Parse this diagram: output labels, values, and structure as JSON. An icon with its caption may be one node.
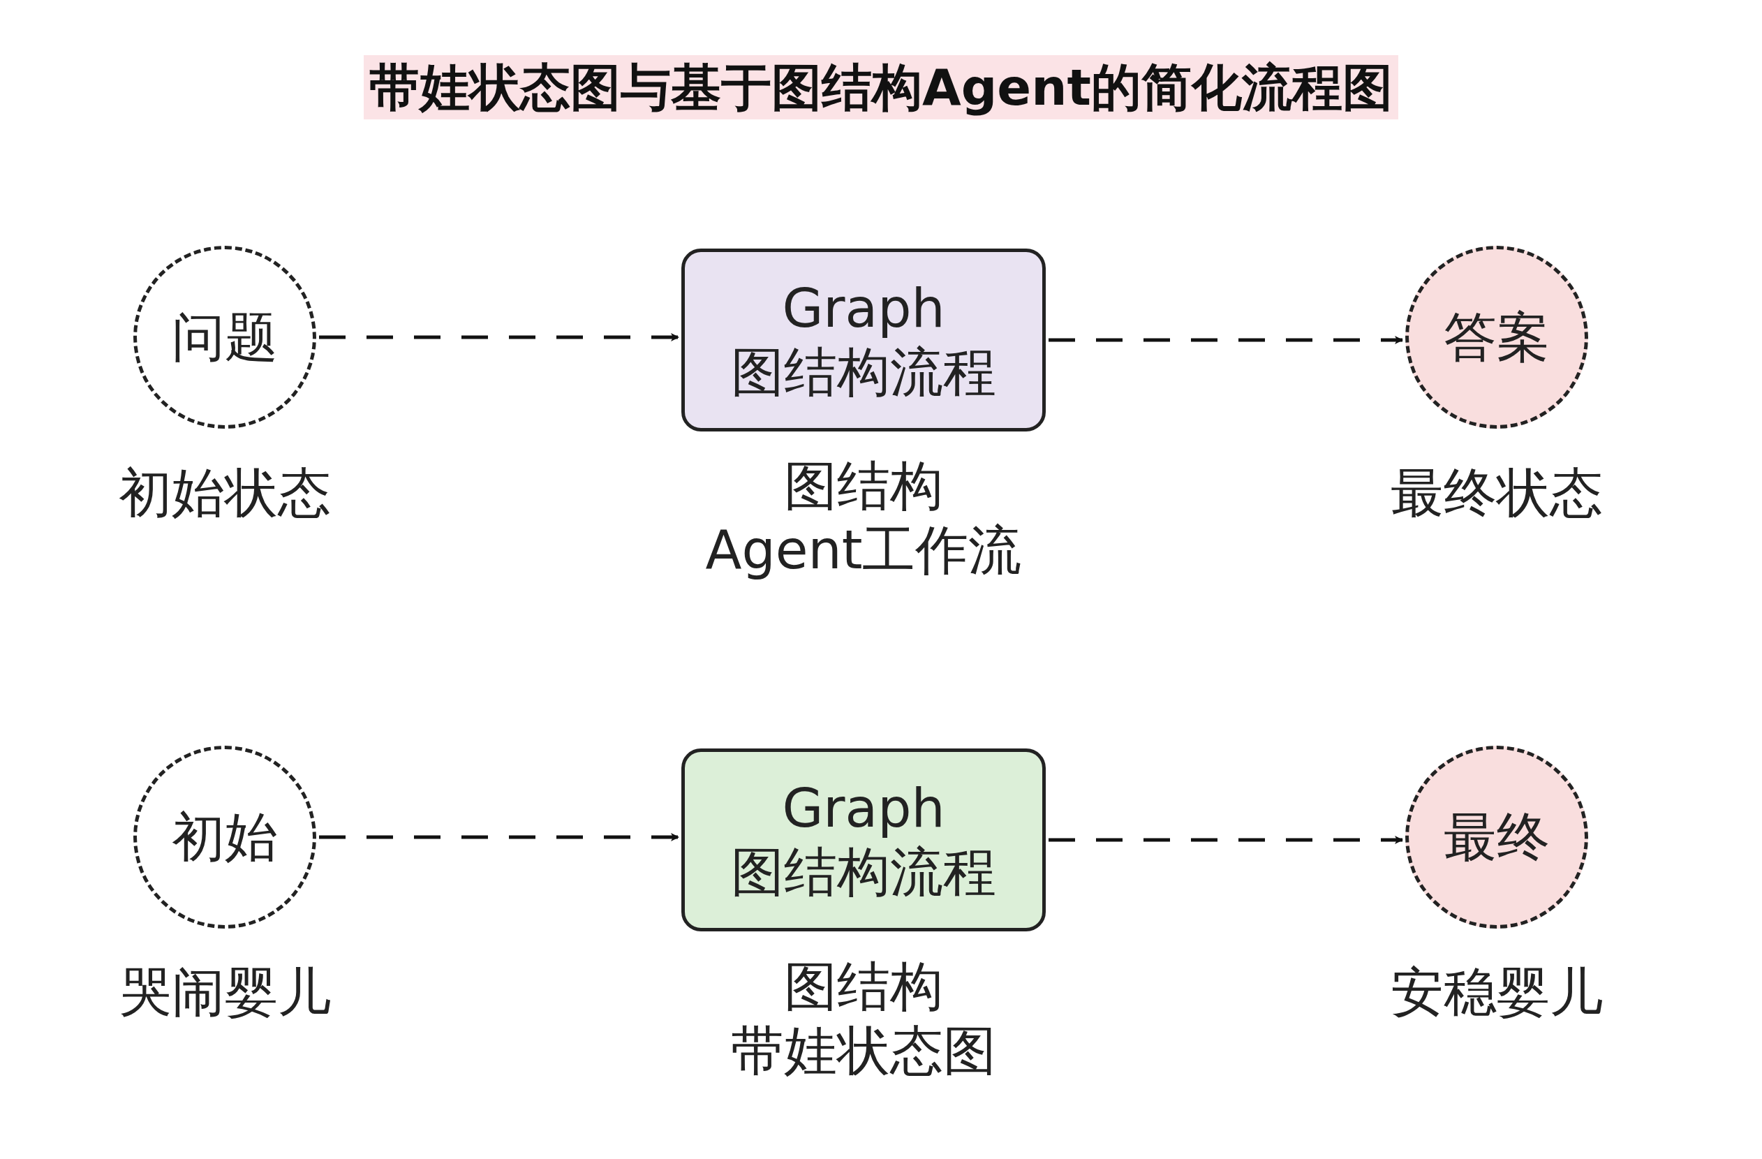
{
  "diagram": {
    "title": "带娃状态图与基于图结构Agent的简化流程图",
    "nodes": [
      {
        "text": [
          "问题"
        ],
        "beside": [
          "初始状态"
        ]
      },
      {
        "text": [
          "Graph",
          "图结构流程"
        ],
        "beside": [
          "图结构",
          "Agent工作流"
        ]
      },
      {
        "text": [
          "答案"
        ],
        "beside": [
          "最终状态"
        ]
      },
      {
        "text": [
          "初始"
        ],
        "beside": [
          "哭闹婴儿"
        ]
      },
      {
        "text": [
          "Graph",
          "图结构流程"
        ],
        "beside": [
          "图结构",
          "带娃状态图"
        ]
      },
      {
        "text": [
          "最终"
        ],
        "beside": [
          "安稳婴儿"
        ]
      }
    ],
    "edges": [
      {
        "from": 0,
        "to": 1,
        "arrow": "to",
        "style": "dashed"
      },
      {
        "from": 1,
        "to": 2,
        "arrow": "to",
        "style": "dashed"
      },
      {
        "from": 3,
        "to": 4,
        "arrow": "to",
        "style": "dashed"
      },
      {
        "from": 4,
        "to": 5,
        "arrow": "to",
        "style": "dashed"
      }
    ]
  }
}
